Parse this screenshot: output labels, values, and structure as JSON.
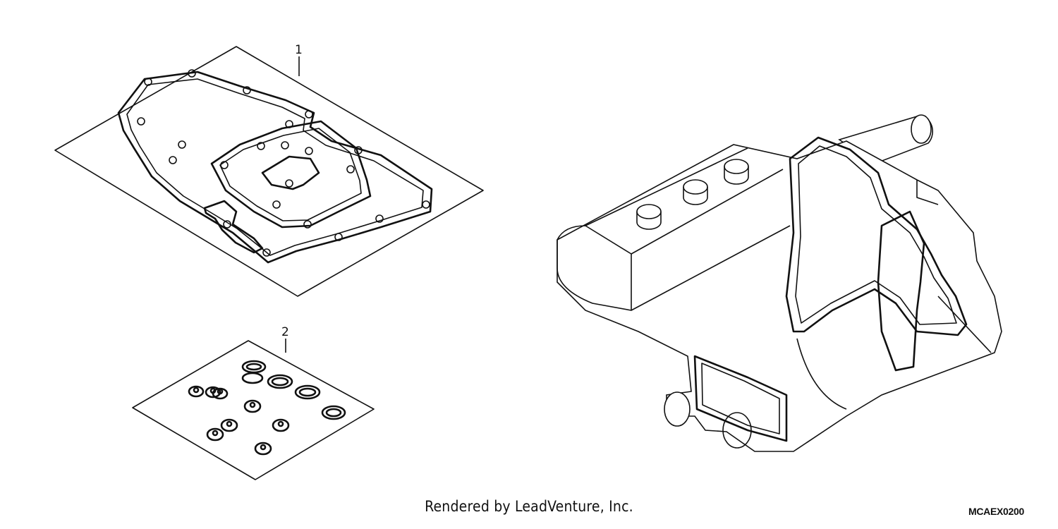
{
  "callouts": {
    "part_1": "1",
    "part_2": "2"
  },
  "footer": {
    "credit": "Rendered by LeadVenture, Inc.",
    "diagram_code": "MCAEX0200"
  }
}
